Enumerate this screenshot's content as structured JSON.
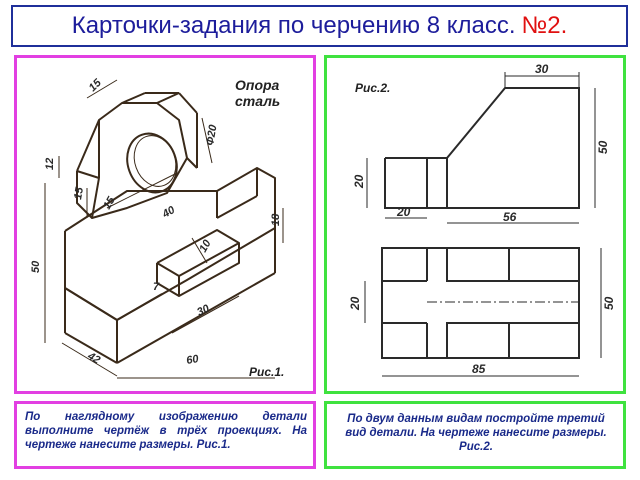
{
  "header": {
    "title": "Карточки-задания по черчению 8 класс.",
    "number": "№2."
  },
  "figure1": {
    "caption": "Рис.1.",
    "label_line1": "Опора",
    "label_line2": "сталь",
    "dims": [
      "15",
      "Ф20",
      "12",
      "15",
      "15",
      "40",
      "50",
      "18",
      "10",
      "7",
      "30",
      "42",
      "60"
    ]
  },
  "figure2": {
    "caption": "Рис.2.",
    "dims": [
      "30",
      "50",
      "20",
      "20",
      "56",
      "20",
      "50",
      "85"
    ]
  },
  "tasks": {
    "task1": "По наглядному изображению детали выполните чертёж в трёх проекциях. На чертеже нанесите размеры. Рис.1.",
    "task2": "По двум данным видам постройте третий вид детали. На чертеже нанесите размеры. Рис.2."
  },
  "colors": {
    "title_border": "#1f2f9a",
    "title_text": "#1d1d9b",
    "number": "#e01010",
    "panel_left": "#e23fe2",
    "panel_right": "#3fe23f"
  }
}
